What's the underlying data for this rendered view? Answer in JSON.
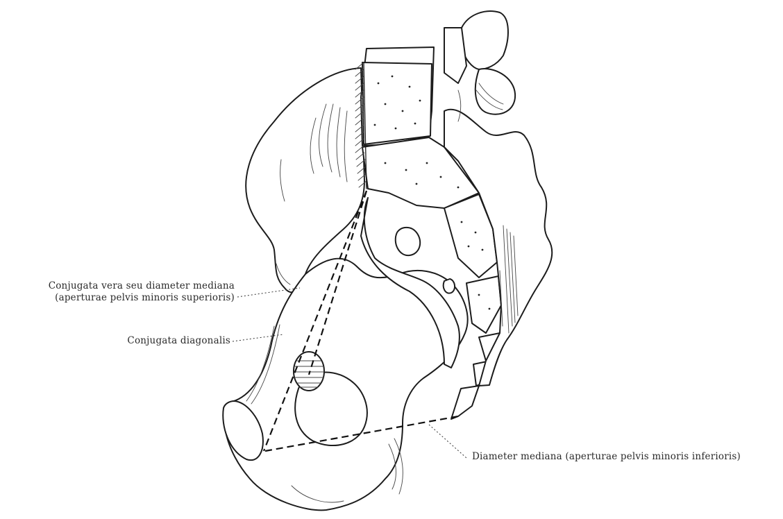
{
  "labels": {
    "conjugata_vera_line1": "Conjugata vera seu diameter mediana",
    "conjugata_vera_line2": "(aperturae pelvis minoris superioris)",
    "conjugata_diagonalis": "Conjugata diagonalis",
    "diameter_mediana_inferior": "Diameter mediana (aperturae pelvis minoris inferioris)"
  }
}
